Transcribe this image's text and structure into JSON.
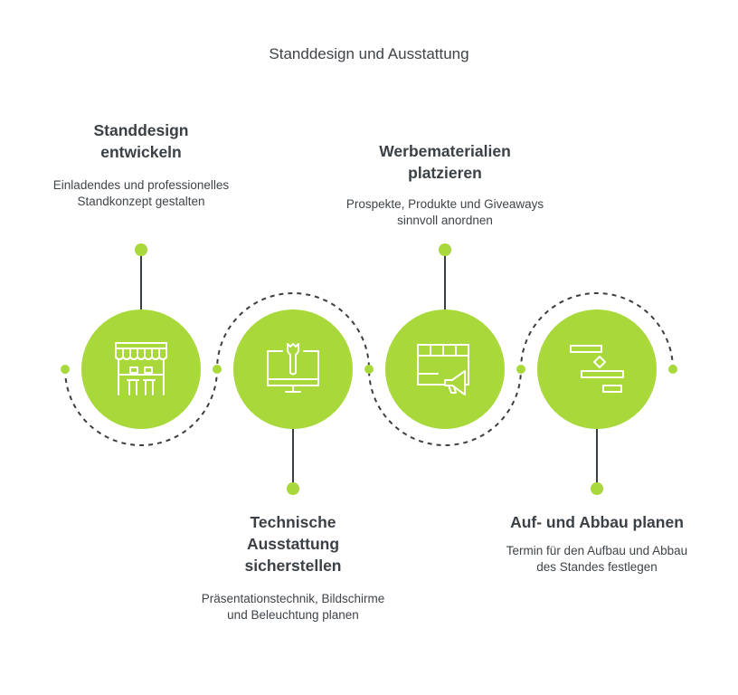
{
  "title": "Standdesign und Ausstattung",
  "colors": {
    "accent": "#a8d83a",
    "line": "#3a3f44",
    "icon": "#ffffff"
  },
  "steps": [
    {
      "title": "Standdesign entwickeln",
      "description": "Einladendes und professionelles Standkonzept gestalten",
      "icon": "market-stall-icon"
    },
    {
      "title": "Technische Ausstattung sicherstellen",
      "description": "Präsentationstechnik, Bildschirme und Beleuchtung planen",
      "icon": "monitor-wrench-icon"
    },
    {
      "title": "Werbematerialien platzieren",
      "description": "Prospekte, Produkte und Giveaways sinnvoll anordnen",
      "icon": "display-megaphone-icon"
    },
    {
      "title": "Auf- und Abbau planen",
      "description": "Termin für den Aufbau und Abbau des Standes festlegen",
      "icon": "gantt-chart-icon"
    }
  ]
}
